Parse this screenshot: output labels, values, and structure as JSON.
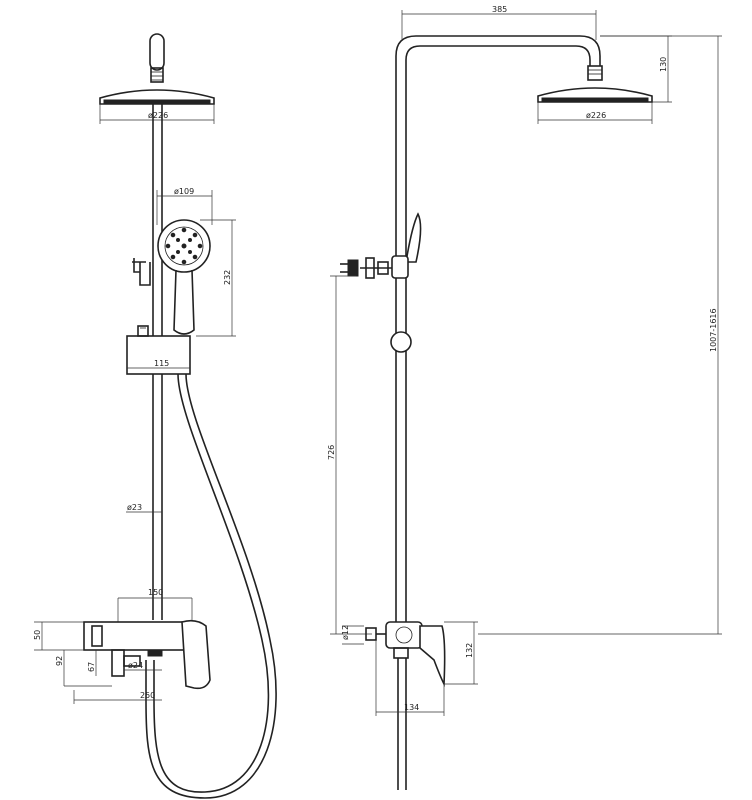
{
  "front_view": {
    "shower_head_diameter": "ø226",
    "hand_shower_diameter": "ø109",
    "hand_shower_length": "232",
    "slide_bar_width": "115",
    "pipe_diameter": "ø23",
    "valve_spacing": "150",
    "valve_height": "50",
    "spout_height": "92",
    "spout_drop": "67",
    "outlet_diameter": "ø24",
    "valve_depth": "250"
  },
  "side_view": {
    "arm_reach": "385",
    "head_drop": "130",
    "shower_head_diameter": "ø226",
    "height_range": "1007-1616",
    "bracket_height": "726",
    "wall_pipe_diameter": "ø12",
    "valve_body_height": "132",
    "valve_body_depth": "134"
  }
}
